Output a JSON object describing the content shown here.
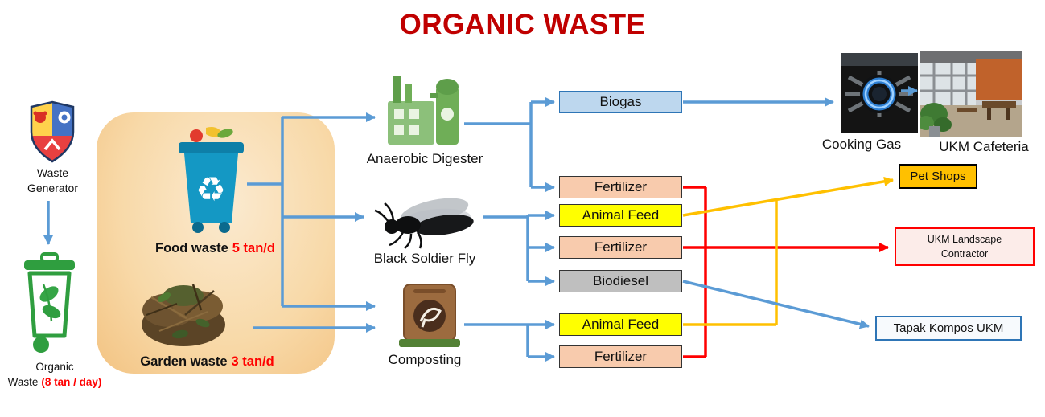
{
  "title": "ORGANIC WASTE",
  "source": {
    "generator_line1": "Waste",
    "generator_line2": "Generator",
    "organic_line1": "Organic",
    "organic_line2": "Waste",
    "organic_rate": "(8 tan / day)"
  },
  "inputs": {
    "food": {
      "label": "Food waste",
      "rate": "5 tan/d"
    },
    "garden": {
      "label": "Garden waste",
      "rate": "3 tan/d"
    }
  },
  "processes": {
    "anaerobic_digester": "Anaerobic Digester",
    "black_soldier_fly": "Black Soldier Fly",
    "composting": "Composting"
  },
  "products": {
    "biogas": "Biogas",
    "fertilizer_ad": "Fertilizer",
    "animal_feed_bsf": "Animal Feed",
    "fertilizer_bsf": "Fertilizer",
    "biodiesel": "Biodiesel",
    "animal_feed_compost": "Animal Feed",
    "fertilizer_compost": "Fertilizer"
  },
  "destinations": {
    "cooking_gas": "Cooking Gas",
    "ukm_cafeteria": "UKM Cafeteria",
    "pet_shops": "Pet Shops",
    "ukm_landscape_line1": "UKM Landscape",
    "ukm_landscape_line2": "Contractor",
    "tapak_kompos": "Tapak Kompos UKM"
  },
  "icons": {
    "ukm-crest-icon": "university crest shield",
    "organic-bin-icon": "green wheelie bin with leaves",
    "food-waste-bin-icon": "blue recycle bin with food scraps",
    "garden-waste-icon": "pile of branches and leaves",
    "anaerobic-digester-icon": "green biogas plant",
    "black-soldier-fly-icon": "black fly",
    "composting-icon": "brown compost bin",
    "cooking-gas-icon": "gas stove with blue flame",
    "ukm-cafeteria-icon": "cafeteria interior"
  },
  "colors": {
    "title": "#C00000",
    "arrow_blue": "#5B9BD5",
    "arrow_red": "#FF0000",
    "arrow_gold": "#FFC000",
    "biogas_fill": "#BDD7EE",
    "fertilizer_fill": "#F8CBAD",
    "animal_feed_fill": "#FFFF00",
    "biodiesel_fill": "#BFBFBF",
    "pet_shops_fill": "#FFC000"
  }
}
